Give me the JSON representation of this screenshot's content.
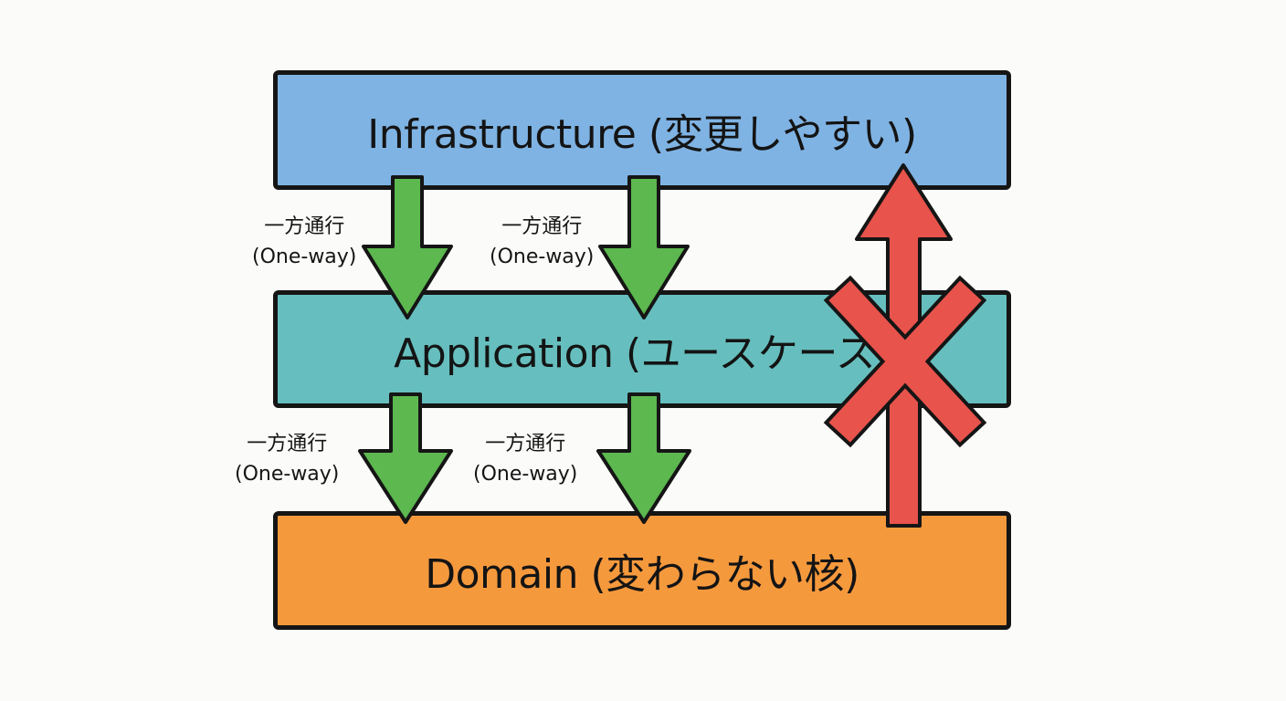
{
  "layers": {
    "infrastructure": {
      "label": "Infrastructure (変更しやすい)",
      "color": "#7fb3e3"
    },
    "application": {
      "label": "Application (ユースケース)",
      "color": "#66bfbe"
    },
    "domain": {
      "label": "Domain (変わらない核)",
      "color": "#f5993d"
    }
  },
  "flows": [
    {
      "label_ja": "一方通行",
      "label_en": "(One-way)"
    },
    {
      "label_ja": "一方通行",
      "label_en": "(One-way)"
    },
    {
      "label_ja": "一方通行",
      "label_en": "(One-way)"
    },
    {
      "label_ja": "一方通行",
      "label_en": "(One-way)"
    }
  ],
  "colors": {
    "allowed_arrow": "#5cb84f",
    "forbidden_arrow": "#e8534c",
    "outline": "#151515"
  }
}
